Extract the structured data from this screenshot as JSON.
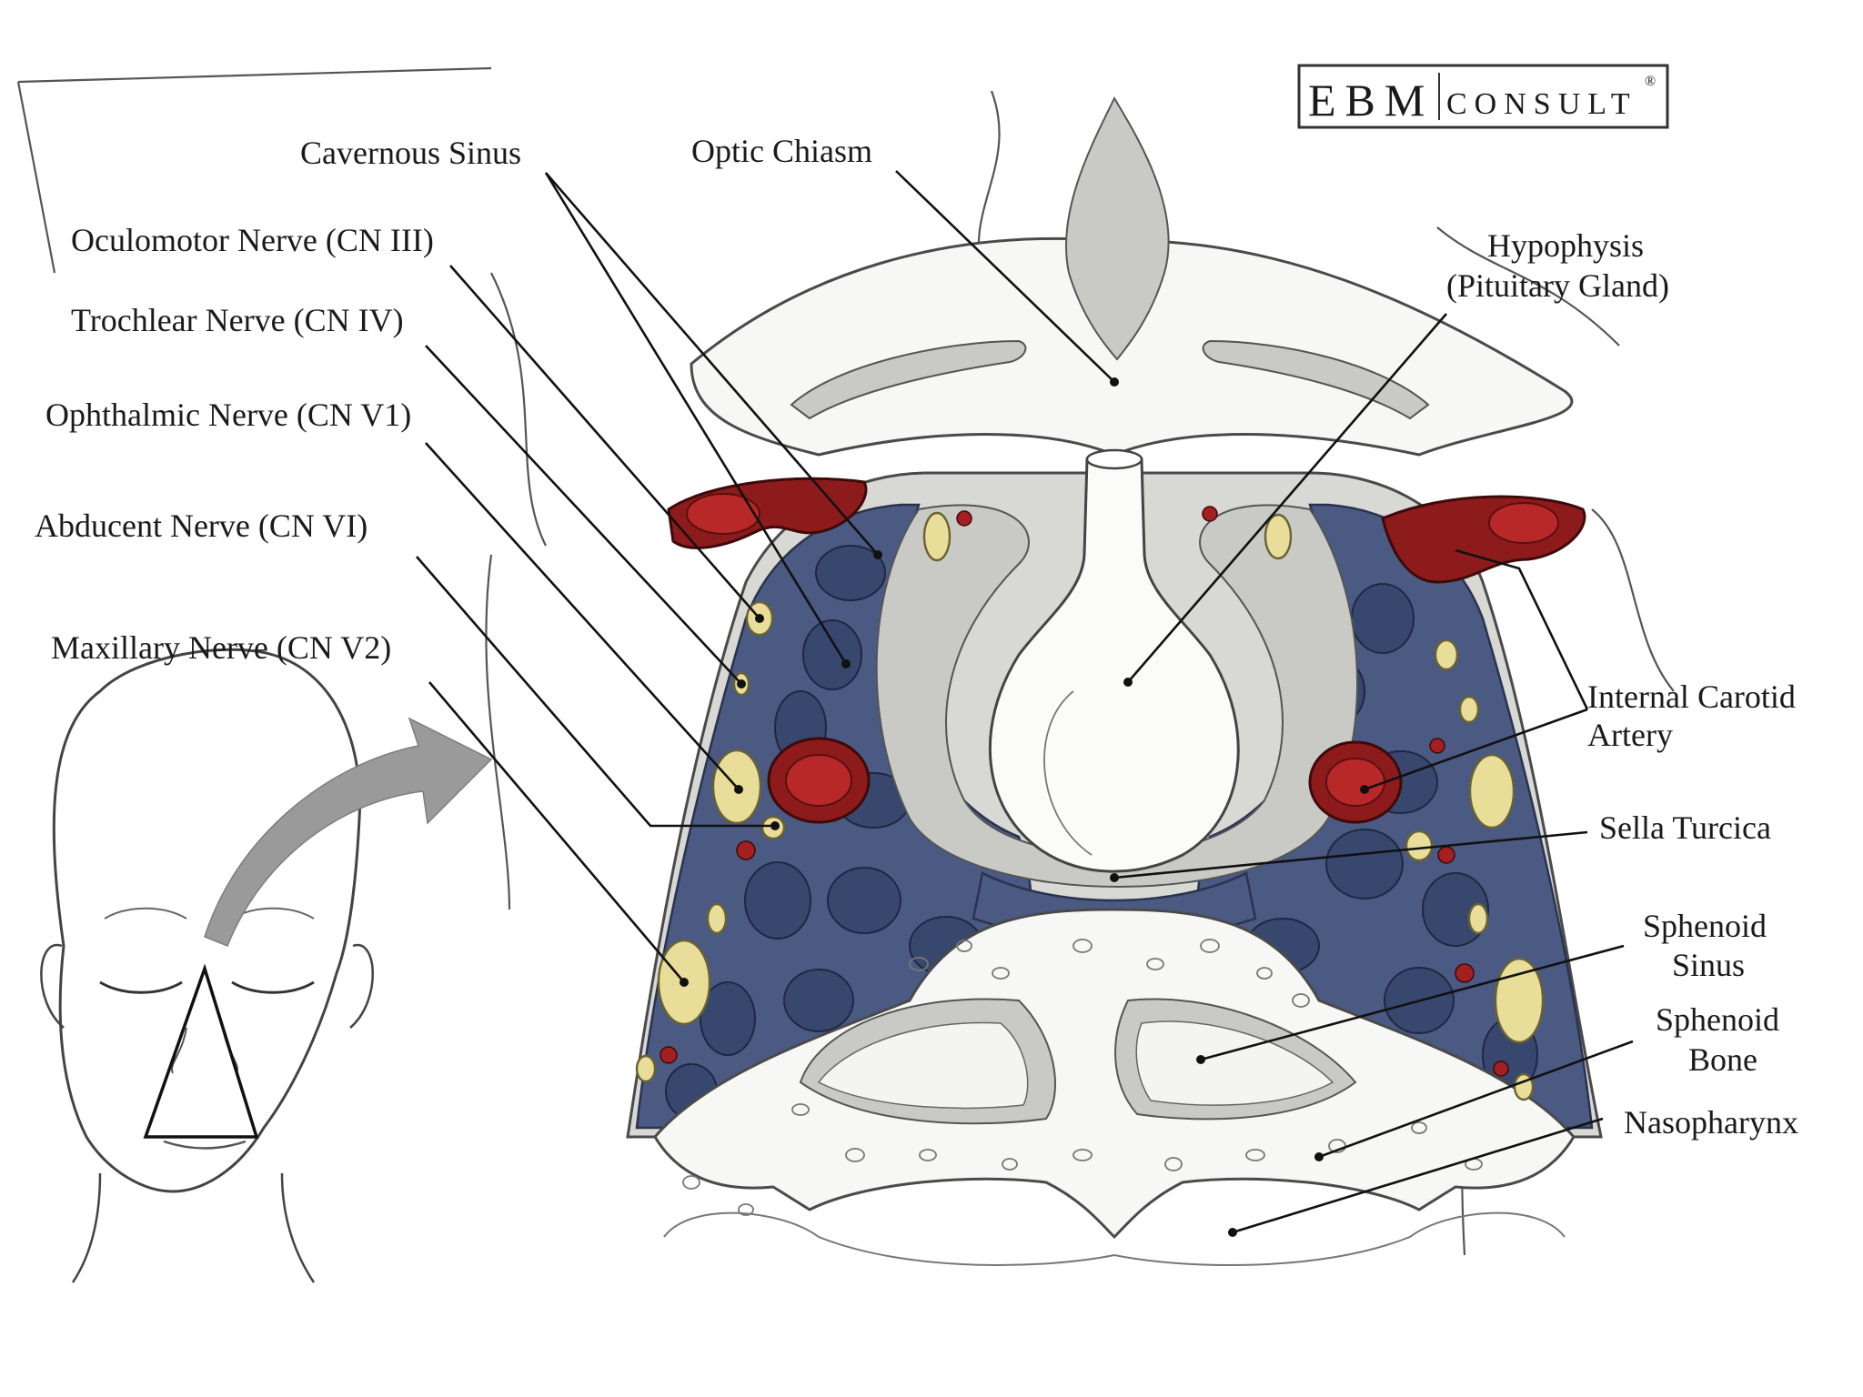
{
  "logo": {
    "brand": "EBM",
    "word": "CONSULT",
    "mark": "®"
  },
  "labels": {
    "cavernous_sinus": "Cavernous Sinus",
    "optic_chiasm": "Optic Chiasm",
    "oculomotor": "Oculomotor Nerve (CN III)",
    "trochlear": "Trochlear Nerve (CN IV)",
    "ophthalmic": "Ophthalmic Nerve (CN V1)",
    "abducent": "Abducent Nerve (CN VI)",
    "maxillary": "Maxillary Nerve (CN V2)",
    "hypophysis_line1": "Hypophysis",
    "hypophysis_line2": "(Pituitary Gland)",
    "ica_line1": "Internal Carotid",
    "ica_line2": "Artery",
    "sella_turcica": "Sella Turcica",
    "sphenoid_sinus_line1": "Sphenoid",
    "sphenoid_sinus_line2": "Sinus",
    "sphenoid_bone_line1": "Sphenoid",
    "sphenoid_bone_line2": "Bone",
    "nasopharynx": "Nasopharynx"
  },
  "colors": {
    "sinus": "#4a5a82",
    "nerve": "#e9dd9a",
    "artery": "#8e1b1b",
    "arrow": "#9a9a9a"
  },
  "icons": {
    "face": "face-sketch-icon",
    "arrow": "curved-arrow-icon"
  }
}
